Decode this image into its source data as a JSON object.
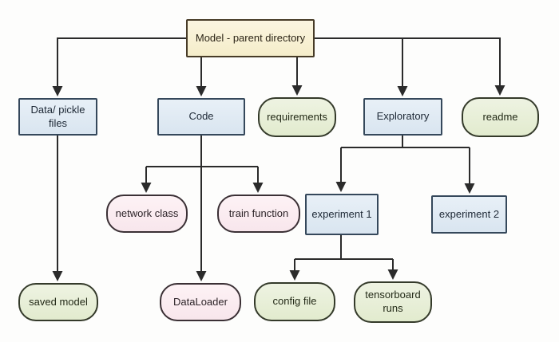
{
  "diagram": {
    "type": "flowchart",
    "description": "Directory structure tree for a machine-learning model project",
    "nodes": [
      {
        "id": "model",
        "label": "Model - parent directory",
        "shape": "rectangle",
        "palette": "cream"
      },
      {
        "id": "data_pickle",
        "label": "Data/ pickle files",
        "shape": "rectangle",
        "palette": "blue"
      },
      {
        "id": "code",
        "label": "Code",
        "shape": "rectangle",
        "palette": "blue"
      },
      {
        "id": "requirements",
        "label": "requirements",
        "shape": "rounded",
        "palette": "green"
      },
      {
        "id": "exploratory",
        "label": "Exploratory",
        "shape": "rectangle",
        "palette": "blue"
      },
      {
        "id": "readme",
        "label": "readme",
        "shape": "rounded",
        "palette": "green"
      },
      {
        "id": "network_class",
        "label": "network class",
        "shape": "rounded",
        "palette": "pink"
      },
      {
        "id": "train_function",
        "label": "train function",
        "shape": "rounded",
        "palette": "pink"
      },
      {
        "id": "experiment_1",
        "label": "experiment 1",
        "shape": "rectangle",
        "palette": "blue"
      },
      {
        "id": "experiment_2",
        "label": "experiment 2",
        "shape": "rectangle",
        "palette": "blue"
      },
      {
        "id": "saved_model",
        "label": "saved model",
        "shape": "rounded",
        "palette": "green"
      },
      {
        "id": "dataloader",
        "label": "DataLoader",
        "shape": "rounded",
        "palette": "pink"
      },
      {
        "id": "config_file",
        "label": "config file",
        "shape": "rounded",
        "palette": "green"
      },
      {
        "id": "tensorboard_runs",
        "label": "tensorboard runs",
        "shape": "rounded",
        "palette": "green"
      }
    ],
    "edges": [
      {
        "from": "model",
        "to": "data_pickle"
      },
      {
        "from": "model",
        "to": "code"
      },
      {
        "from": "model",
        "to": "requirements"
      },
      {
        "from": "model",
        "to": "exploratory"
      },
      {
        "from": "model",
        "to": "readme"
      },
      {
        "from": "data_pickle",
        "to": "saved_model"
      },
      {
        "from": "code",
        "to": "network_class"
      },
      {
        "from": "code",
        "to": "train_function"
      },
      {
        "from": "code",
        "to": "dataloader"
      },
      {
        "from": "exploratory",
        "to": "experiment_1"
      },
      {
        "from": "exploratory",
        "to": "experiment_2"
      },
      {
        "from": "experiment_1",
        "to": "config_file"
      },
      {
        "from": "experiment_1",
        "to": "tensorboard_runs"
      }
    ],
    "colors": {
      "cream_fill": "#f8f1d5",
      "cream_border": "#473b27",
      "blue_fill": "#dfe9f3",
      "blue_border": "#35485b",
      "green_fill": "#e8efd8",
      "green_border": "#343a2a",
      "pink_fill": "#faebf0",
      "pink_border": "#3b3035",
      "connector": "#2b2b2b",
      "background": "#fdfdfc"
    }
  }
}
